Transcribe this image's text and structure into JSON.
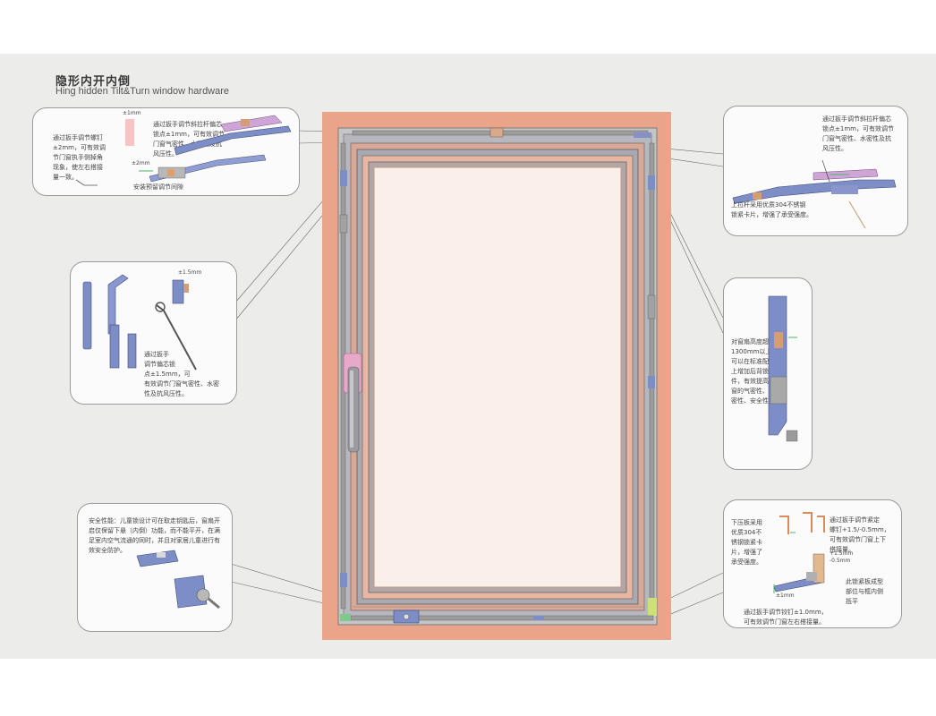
{
  "header": {
    "title_zh": "隐形内开内倒",
    "title_en": "Hing hidden Tilt&Turn window hardware"
  },
  "colors": {
    "frame_outer": "#e9a48a",
    "frame_inner": "#fbefe9",
    "gray_bar": "#9c9c9c",
    "blue_part": "#7d8dc6",
    "handle_pink": "#e7a8c9",
    "background": "#ececeb"
  },
  "callouts": {
    "top_left": {
      "text": "通过扳手调节螺钉\n±2mm，可有效调\n节门窗执手侧掉角\n现象，使左右搭接\n量一致。",
      "detail_text": "通过扳手调节斜拉杆偏芯\n锁点±1mm，可有效调节\n门窗气密性、水密性及抗\n风压性。",
      "dim_1": "±1mm",
      "dim_2": "±2mm",
      "caption": "安装预留调节间隙"
    },
    "top_right": {
      "text": "通过扳手调节斜拉杆偏芯\n锁点±1mm，可有效调节\n门窗气密性、水密性及抗\n风压性。",
      "text_2": "上拉杆采用优质304不锈钢\n锁紧卡片，增强了承受强度。"
    },
    "mid_left": {
      "text": "通过扳手\n调节偏芯锁\n点±1.5mm，可\n有效调节门窗气密性、水密\n性及抗风压性。",
      "dim": "±1.5mm"
    },
    "mid_right": {
      "text": "对窗扇高度超过\n1300mm以上，\n可以在标准配置\n上增加后背锁锁\n件，有效提高了\n窗的气密性、水\n密性、安全性。"
    },
    "bottom_left": {
      "text": "安全性能：儿童锁设计可在取走钥匙后，窗扇开\n启仅保留下悬（内倒）功能，而不能平开，在满\n足室内空气流通的同时，并且对家居儿童进行有\n效安全防护。"
    },
    "bottom_right": {
      "text_1": "下压板采用\n优质304不\n锈钢锁紧卡\n片，增强了\n承受强度。",
      "text_2": "通过扳手调节紧定\n螺钉+1.5/-0.5mm，\n可有效调节门窗上下\n搭接量。",
      "dim_1": "+1.5mm\n-0.5mm",
      "text_3": "此锁紧板成型\n部位与框内侧\n抵平",
      "dim_2": "±1mm",
      "text_4": "通过扳手调节铰钉±1.0mm，\n可有效调节门窗左右搭接量。"
    }
  }
}
